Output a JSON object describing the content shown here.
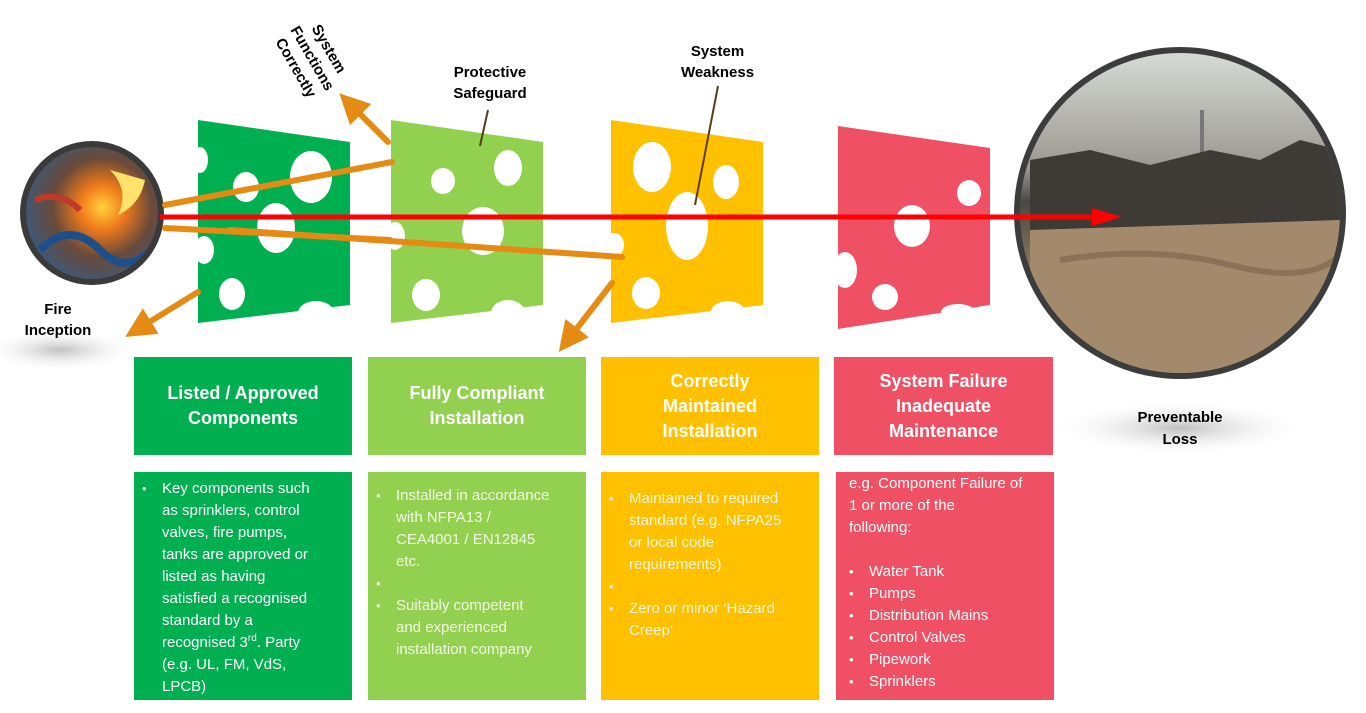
{
  "labels": {
    "system_functions": [
      "System",
      "Functions",
      "Correctly"
    ],
    "protective_safeguard": [
      "Protective",
      "Safeguard"
    ],
    "system_weakness": [
      "System",
      "Weakness"
    ],
    "fire_inception": [
      "Fire",
      "Inception"
    ],
    "preventable_loss": [
      "Preventable",
      "Loss"
    ]
  },
  "columns": [
    {
      "heading": [
        "Listed / Approved",
        "Components"
      ],
      "bullets": [
        [
          "Key components such",
          "as sprinklers, control",
          "valves, fire pumps,",
          "tanks  are approved or",
          "listed as having",
          "satisfied a recognised",
          "standard by a",
          "recognised 3",
          "rd",
          ". Party",
          "(e.g. UL, FM, VdS,",
          "LPCB)"
        ]
      ]
    },
    {
      "heading": [
        "Fully Compliant",
        "Installation"
      ],
      "bullets": [
        [
          "Installed in accordance",
          "with NFPA13 /",
          "CEA4001 / EN12845",
          "etc."
        ],
        [
          "Suitably competent",
          "and experienced",
          "installation company"
        ]
      ]
    },
    {
      "heading": [
        "Correctly",
        "Maintained",
        "Installation"
      ],
      "bullets": [
        [
          "Maintained to required",
          "standard (e.g. NFPA25",
          "or local code",
          "requirements)"
        ],
        [
          "Zero or minor ‘Hazard",
          "Creep’"
        ]
      ]
    },
    {
      "heading": [
        "System Failure",
        "Inadequate",
        "Maintenance"
      ],
      "intro": [
        "e.g. Component Failure of",
        "1 or more of the",
        "following:"
      ],
      "bullets": [
        "Water Tank",
        "Pumps",
        "Distribution Mains",
        "Control Valves",
        "Pipework",
        "Sprinklers"
      ]
    }
  ],
  "colors": {
    "dark_green": "#00b050",
    "light_green": "#92d050",
    "yellow": "#ffc000",
    "red": "#f05064",
    "arrow_orange": "#e58a12",
    "hazard_line": "#ff0000"
  },
  "icons": {
    "fire_inception": "burning-electrical-panel-icon",
    "preventable_loss": "destroyed-building-photo-icon"
  }
}
